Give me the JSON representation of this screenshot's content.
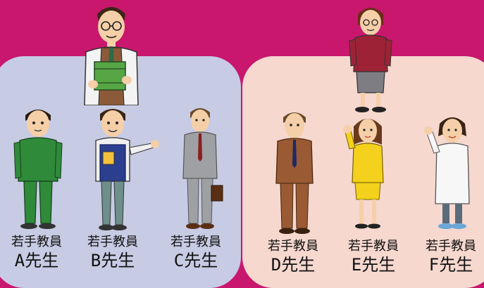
{
  "header": {
    "text": ""
  },
  "teachers": [
    {
      "role": "若手教員",
      "name": "A先生"
    },
    {
      "role": "若手教員",
      "name": "B先生"
    },
    {
      "role": "若手教員",
      "name": "C先生"
    },
    {
      "role": "若手教員",
      "name": "D先生"
    },
    {
      "role": "若手教員",
      "name": "E先生"
    },
    {
      "role": "若手教員",
      "name": "F先生"
    }
  ],
  "colors": {
    "background": "#c8176c",
    "left_group": "#c7cbe3",
    "right_group": "#f6d8cf"
  }
}
